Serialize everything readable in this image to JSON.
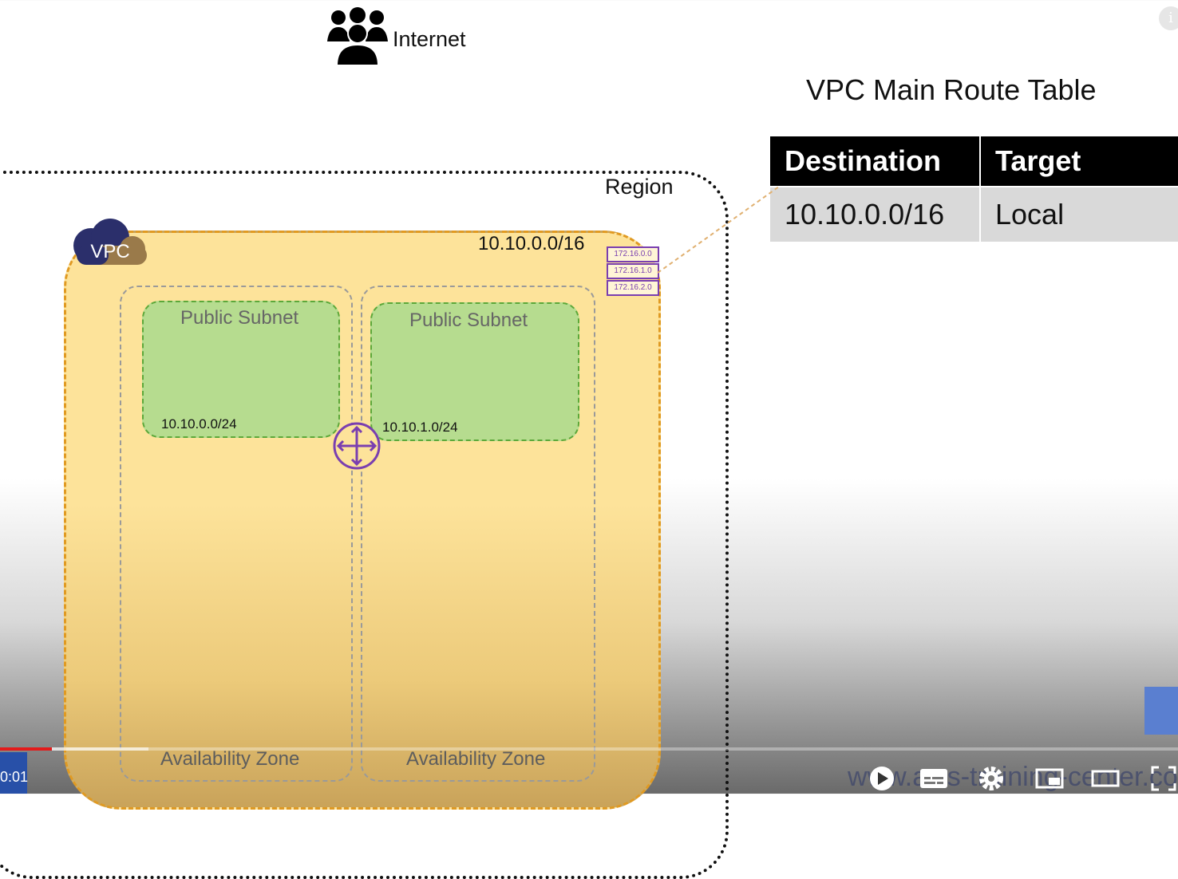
{
  "internet": {
    "label": "Internet",
    "icon": "users-icon"
  },
  "route_table": {
    "title": "VPC Main Route Table",
    "headers": [
      "Destination",
      "Target"
    ],
    "rows": [
      [
        "10.10.0.0/16",
        "Local"
      ]
    ]
  },
  "region": {
    "label": "Region"
  },
  "vpc": {
    "badge": "VPC",
    "cidr": "10.10.0.0/16",
    "mini_routes": [
      "172.16.0.0",
      "172.16.1.0",
      "172.16.2.0"
    ]
  },
  "zones": [
    {
      "label": "Availability Zone",
      "subnet": {
        "title": "Public Subnet",
        "cidr": "10.10.0.0/24"
      }
    },
    {
      "label": "Availability Zone",
      "subnet": {
        "title": "Public Subnet",
        "cidr": "10.10.1.0/24"
      }
    }
  ],
  "player": {
    "time": "0:01",
    "progress": 0.044,
    "watermark": "www.aws-training-center.com",
    "info_glyph": "i"
  },
  "colors": {
    "vpc_fill": "#fde39a",
    "vpc_border": "#e09a22",
    "subnet_fill": "#b6dc8f",
    "subnet_border": "#5ca83a",
    "router": "#7a3fb0",
    "progress": "#e31b1b",
    "time_box": "#2850a8"
  }
}
